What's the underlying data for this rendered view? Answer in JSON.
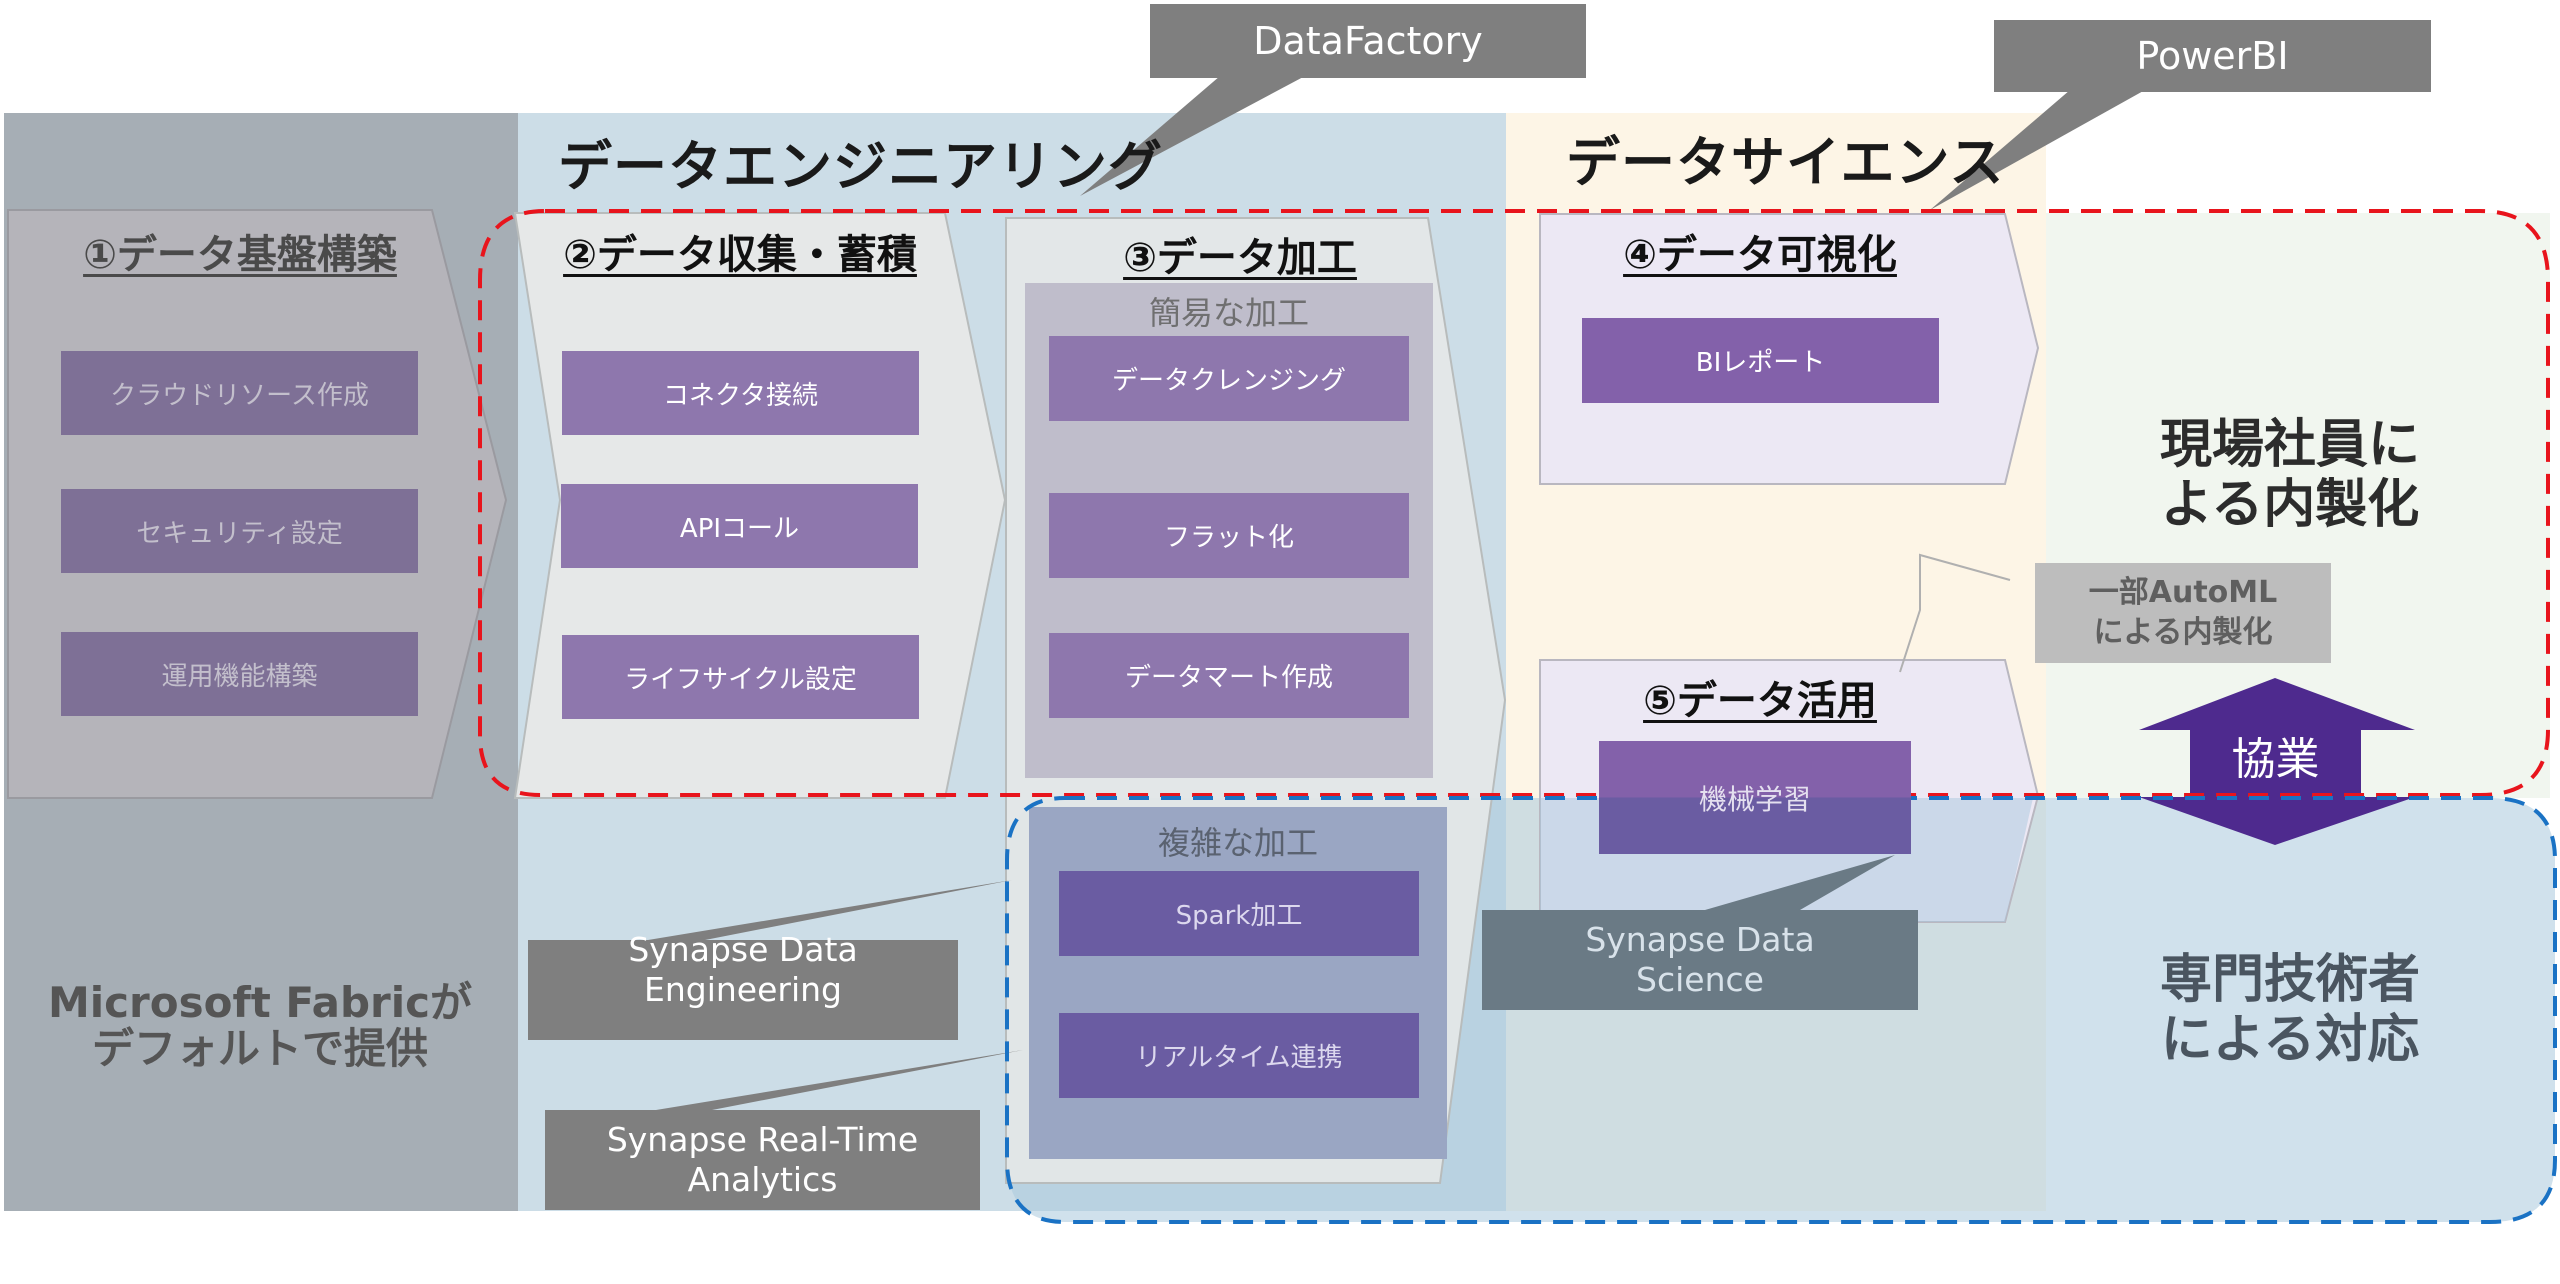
{
  "diagram": {
    "sections": {
      "engineering": "データエンジニアリング",
      "science": "データサイエンス"
    },
    "phases": [
      {
        "id": 1,
        "title": "①データ基盤構築",
        "tasks": [
          "クラウドリソース作成",
          "セキュリティ設定",
          "運用機能構築"
        ]
      },
      {
        "id": 2,
        "title": "②データ収集・蓄積",
        "tasks": [
          "コネクタ接続",
          "APIコール",
          "ライフサイクル設定"
        ]
      },
      {
        "id": 3,
        "title": "③データ加工",
        "groups": [
          {
            "label": "簡易な加工",
            "tasks": [
              "データクレンジング",
              "フラット化",
              "データマート作成"
            ]
          },
          {
            "label": "複雑な加工",
            "tasks": [
              "Spark加工",
              "リアルタイム連携"
            ]
          }
        ]
      },
      {
        "id": 4,
        "title": "④データ可視化",
        "tasks": [
          "BIレポート"
        ]
      },
      {
        "id": 5,
        "title": "⑤データ活用",
        "tasks": [
          "機械学習"
        ]
      }
    ],
    "callouts": {
      "datafactory": "DataFactory",
      "powerbi": "PowerBI",
      "synapse_de": "Synapse Data Engineering",
      "synapse_rt": "Synapse Real-Time\nAnalytics",
      "synapse_ds": "Synapse Data\nScience",
      "automl": "一部AutoML\nによる内製化"
    },
    "notes": {
      "fabric_default": "Microsoft Fabricが\nデフォルトで提供",
      "in_house": "現場社員に\nよる内製化",
      "experts": "専門技術者\nによる対応",
      "collaboration": "協業"
    },
    "colors": {
      "red_dashed_border": "#e8141c",
      "blue_dashed_border": "#1a72c4",
      "task_purple": "#8e77ad",
      "task_purple_dark": "#6a5ca2",
      "callout_gray": "#7f7f7f",
      "collab_arrow": "#4e2a8e"
    }
  }
}
